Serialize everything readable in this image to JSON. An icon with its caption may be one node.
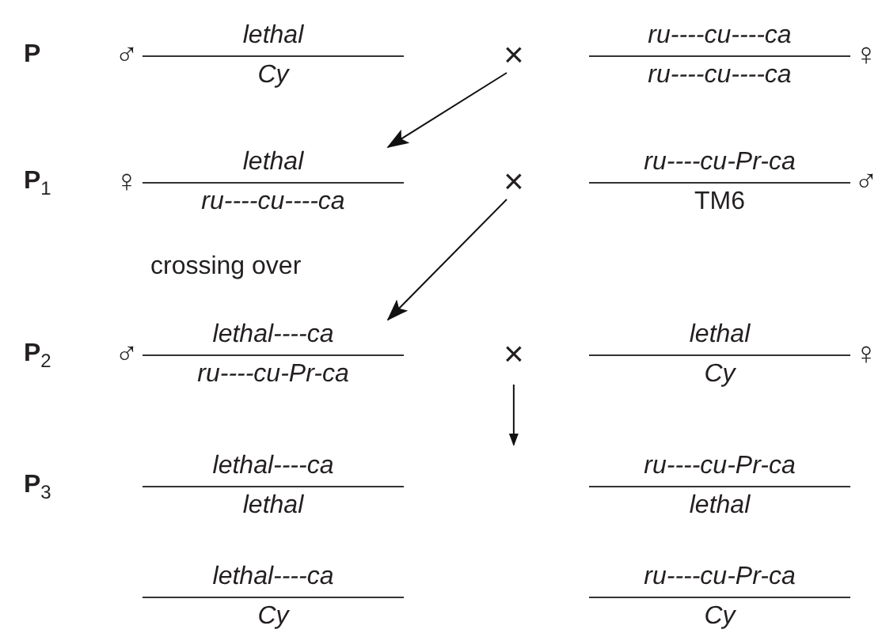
{
  "diagram": {
    "nodes": [
      {
        "text": [
          "lethal",
          "Cy"
        ],
        "beside": [
          "♂"
        ]
      },
      {
        "text": [
          "×"
        ]
      },
      {
        "text": [
          "ru----cu----ca",
          "ru----cu----ca"
        ],
        "beside": [
          "♀"
        ]
      },
      {
        "text": [
          "lethal",
          "ru----cu----ca"
        ],
        "beside": [
          "♀"
        ]
      },
      {
        "text": [
          "×"
        ]
      },
      {
        "text": [
          "ru----cu-Pr-ca",
          "TM6"
        ],
        "beside": [
          "♂"
        ]
      },
      {
        "text": [
          "lethal----ca",
          "ru----cu-Pr-ca"
        ],
        "beside": [
          "♂"
        ]
      },
      {
        "text": [
          "×"
        ]
      },
      {
        "text": [
          "lethal",
          "Cy"
        ],
        "beside": [
          "♀"
        ]
      },
      {
        "text": [
          "lethal----ca",
          "lethal"
        ]
      },
      {
        "text": [
          "ru----cu-Pr-ca",
          "lethal"
        ]
      },
      {
        "text": [
          "lethal----ca",
          "Cy"
        ]
      },
      {
        "text": [
          "ru----cu-Pr-ca",
          "Cy"
        ]
      }
    ],
    "edges": [
      {
        "from": 1,
        "to": 3,
        "arrow": "to"
      },
      {
        "from": 4,
        "to": 6,
        "arrow": "to",
        "label": "crossing over"
      },
      {
        "from": 7,
        "to": null,
        "arrow": "to"
      }
    ],
    "labels": [
      "P",
      "P$_{1}$",
      "P$_{2}$",
      "P$_{3}$"
    ]
  }
}
